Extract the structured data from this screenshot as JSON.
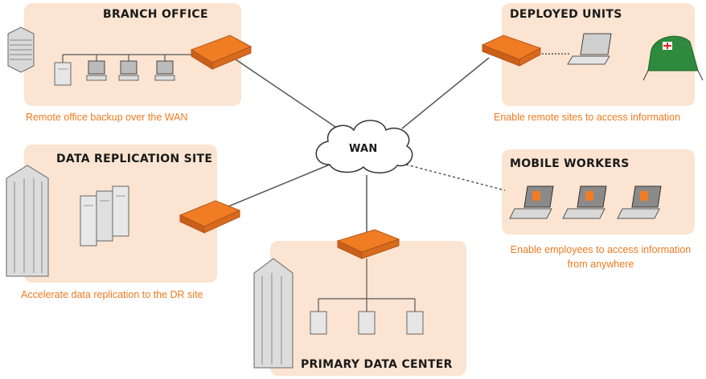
{
  "wan": {
    "label": "WAN"
  },
  "branch_office": {
    "title": "BRANCH OFFICE",
    "caption": "Remote office backup over the WAN"
  },
  "deployed_units": {
    "title": "DEPLOYED UNITS",
    "caption": "Enable remote sites  to access information"
  },
  "data_replication_site": {
    "title": "DATA REPLICATION SITE",
    "caption": "Accelerate data replication to the DR site"
  },
  "mobile_workers": {
    "title": "MOBILE WORKERS",
    "caption_line1": "Enable employees to access information",
    "caption_line2": "from anywhere"
  },
  "primary_data_center": {
    "title": "PRIMARY DATA CENTER"
  },
  "colors": {
    "panel": "#fbe4d1",
    "accent": "#ef7a1f",
    "appliance": "#f07d24",
    "tent": "#2e8b3d"
  }
}
